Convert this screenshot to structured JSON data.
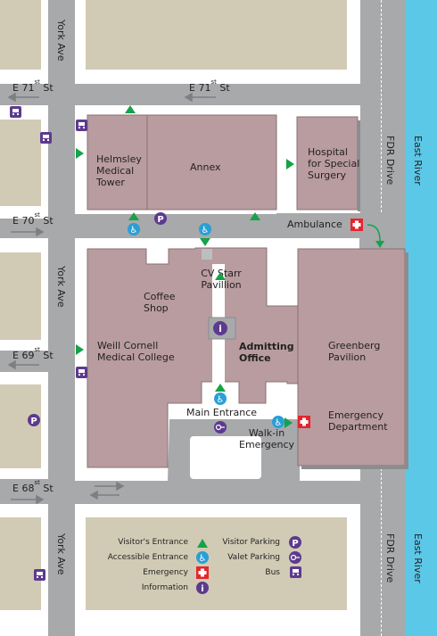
{
  "streets": {
    "st71_left": {
      "prefix": "E",
      "num": "71",
      "sup": "st",
      "suffix": "St"
    },
    "st71_right": {
      "prefix": "E",
      "num": "71",
      "sup": "st",
      "suffix": "St"
    },
    "st70": {
      "prefix": "E",
      "num": "70",
      "sup": "st",
      "suffix": "St"
    },
    "st69": {
      "prefix": "E",
      "num": "69",
      "sup": "st",
      "suffix": "St"
    },
    "st68": {
      "prefix": "E",
      "num": "68",
      "sup": "st",
      "suffix": "St"
    },
    "york_ave": "York Ave",
    "fdr_drive": "FDR Drive",
    "east_river": "East River"
  },
  "buildings": {
    "helmsley": [
      "Helmsley",
      "Medical",
      "Tower"
    ],
    "annex": "Annex",
    "hss": [
      "Hospital",
      "for Special",
      "Surgery"
    ],
    "cv_starr": [
      "CV Starr",
      "Pavillion"
    ],
    "coffee_shop": [
      "Coffee",
      "Shop"
    ],
    "weill": [
      "Weill  Cornell",
      "Medical  College"
    ],
    "admitting": [
      "Admitting",
      "Office"
    ],
    "greenberg": [
      "Greenberg",
      "Pavilion"
    ],
    "emergency_dept": [
      "Emergency",
      "Department"
    ]
  },
  "labels": {
    "ambulance": "Ambulance",
    "main_entrance": "Main Entrance",
    "walkin": [
      "Walk-in",
      "Emergency"
    ]
  },
  "legend": {
    "visitors_entrance": "Visitor's Entrance",
    "accessible_entrance": "Accessible Entrance",
    "emergency": "Emergency",
    "information": "Information",
    "visitor_parking": "Visitor Parking",
    "valet_parking": "Valet Parking",
    "bus": "Bus"
  },
  "colors": {
    "building": "#b89ca0",
    "block": "#d1cbb5",
    "street": "#a7a9ab",
    "sidewalk": "#ffffff",
    "river": "#5cc8e8",
    "entrance_green": "#17a249",
    "accessible_blue": "#2a9fd6",
    "emergency_red": "#e3262d",
    "purple": "#5d3a8e"
  }
}
